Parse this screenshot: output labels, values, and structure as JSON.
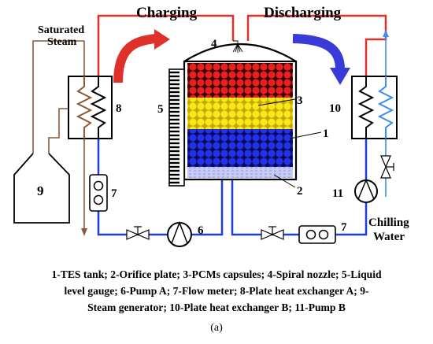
{
  "labels": {
    "charging": "Charging",
    "discharging": "Discharging",
    "saturated_steam_line1": "Saturated",
    "saturated_steam_line2": "Steam",
    "chilling_water_line1": "Chilling",
    "chilling_water_line2": "Water",
    "n1": "1",
    "n2": "2",
    "n3": "3",
    "n4": "4",
    "n5": "5",
    "n6": "6",
    "n7a": "7",
    "n7b": "7",
    "n8": "8",
    "n9": "9",
    "n10": "10",
    "n11": "11"
  },
  "caption": {
    "line1": "1-TES tank; 2-Orifice plate; 3-PCMs capsules; 4-Spiral nozzle; 5-Liquid",
    "line2": "level gauge; 6-Pump A; 7-Flow meter; 8-Plate heat exchanger A; 9-",
    "line3": "Steam generator; 10-Plate heat exchanger B; 11-Pump B",
    "subfigure": "(a)"
  },
  "colors": {
    "hot_pipe": "#e0302a",
    "cold_pipe": "#1d3fd8",
    "steam_pipe": "#8b5a3c",
    "chill_pipe": "#3b8ff0",
    "hot_capsule": "#e62020",
    "pcm_capsule": "#f7e81e",
    "cold_capsule": "#2233e6",
    "arrow_charge": "#e0302a",
    "arrow_discharge": "#3a3ad8"
  }
}
